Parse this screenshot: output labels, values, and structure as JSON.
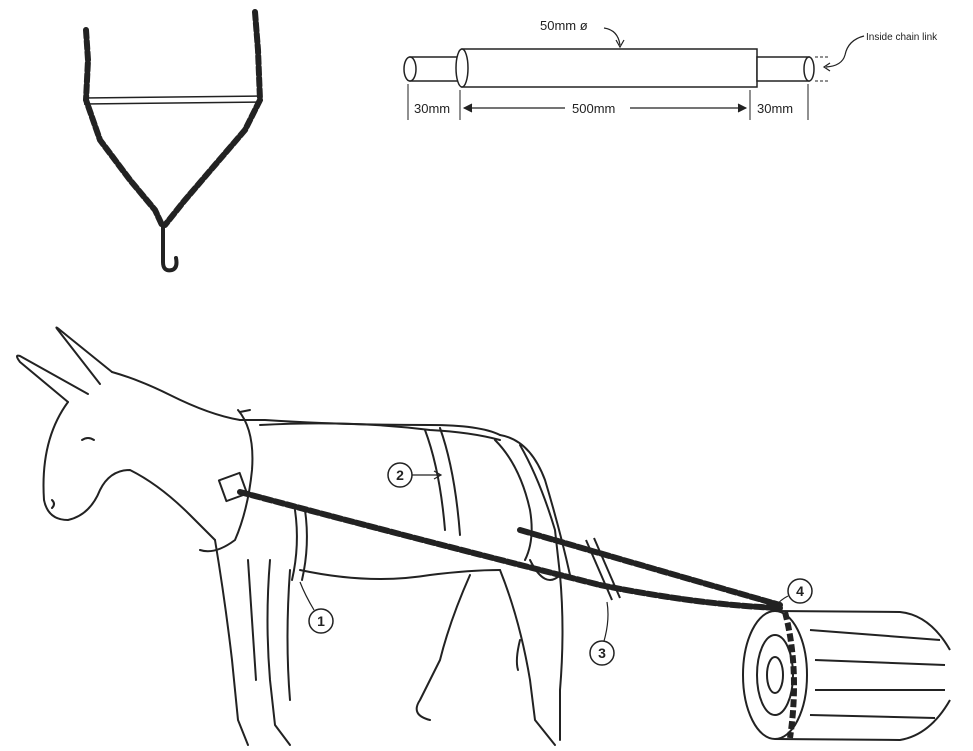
{
  "bar_diagram": {
    "diameter_label": "50mm ø",
    "inside_label": "Inside chain link",
    "left_end_label": "30mm",
    "middle_label": "500mm",
    "right_end_label": "30mm"
  },
  "callouts": [
    "1",
    "2",
    "3",
    "4"
  ],
  "colors": {
    "ink": "#222222",
    "paper": "#ffffff"
  }
}
